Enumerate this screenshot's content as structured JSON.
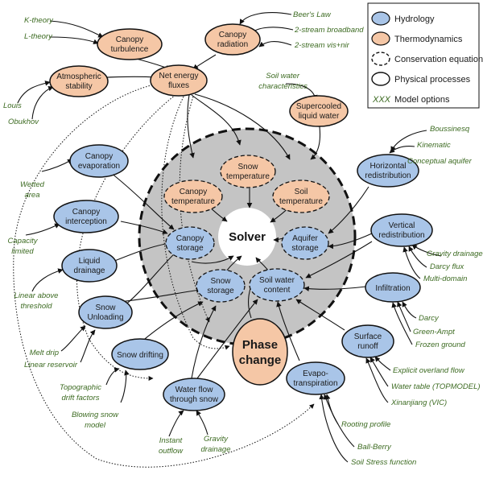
{
  "legend": {
    "hydrology": "Hydrology",
    "thermodynamics": "Thermodynamics",
    "conservation": "Conservation equations",
    "physical": "Physical processes",
    "options_marker": "XXX",
    "options": "Model options"
  },
  "colors": {
    "hydrology": "#a9c5e8",
    "thermodynamics": "#f5c7a6",
    "solver_disc": "#c4c4c4"
  },
  "solver": "Solver",
  "nodes": {
    "canopy_turbulence": [
      "Canopy",
      "turbulence"
    ],
    "canopy_radiation": [
      "Canopy",
      "radiation"
    ],
    "atmospheric_stability": [
      "Atmospheric",
      "stability"
    ],
    "net_energy_fluxes": [
      "Net energy",
      "fluxes"
    ],
    "supercooled_liquid_water": [
      "Supercooled",
      "liquid water"
    ],
    "canopy_evaporation": [
      "Canopy",
      "evaporation"
    ],
    "canopy_interception": [
      "Canopy",
      "interception"
    ],
    "liquid_drainage": [
      "Liquid",
      "drainage"
    ],
    "snow_unloading": [
      "Snow",
      "Unloading"
    ],
    "snow_drifting": [
      "Snow drifting"
    ],
    "water_flow_through_snow": [
      "Water flow",
      "through snow"
    ],
    "evapotranspiration": [
      "Evapo-",
      "transpiration"
    ],
    "surface_runoff": [
      "Surface",
      "runoff"
    ],
    "infiltration": [
      "Infiltration"
    ],
    "vertical_redistribution": [
      "Vertical",
      "redistribution"
    ],
    "horizontal_redistribution": [
      "Horizontal",
      "redistribution"
    ],
    "snow_temperature": [
      "Snow",
      "temperature"
    ],
    "canopy_temperature": [
      "Canopy",
      "temperature"
    ],
    "soil_temperature": [
      "Soil",
      "temperature"
    ],
    "canopy_storage": [
      "Canopy",
      "storage"
    ],
    "aquifer_storage": [
      "Aquifer",
      "storage"
    ],
    "snow_storage": [
      "Snow",
      "storage"
    ],
    "soil_water_content": [
      "Soil water",
      "content"
    ],
    "phase_change": [
      "Phase",
      "change"
    ]
  },
  "options": {
    "k_theory": "K-theory",
    "l_theory": "L-theory",
    "louis": "Louis",
    "obukhov": "Obukhov",
    "beers_law": "Beer's Law",
    "two_stream_broadband": "2-stream broadband",
    "two_stream_vis_nir": "2-stream vis+nir",
    "soil_water_characteristics": [
      "Soil water",
      "characteristics"
    ],
    "wetted_area": [
      "Wetted",
      "area"
    ],
    "capacity_limited": [
      "Capacity",
      "limited"
    ],
    "linear_above_threshold": [
      "Linear above",
      "threshold"
    ],
    "melt_drip": "Melt drip",
    "linear_reservoir": "Linear reservoir",
    "topographic_drift_factors": [
      "Topographic",
      "drift factors"
    ],
    "blowing_snow_model": [
      "Blowing snow",
      "model"
    ],
    "instant_outflow": [
      "Instant",
      "outflow"
    ],
    "gravity_drainage_snow": [
      "Gravity",
      "drainage"
    ],
    "rooting_profile": "Rooting profile",
    "ball_berry": "Ball-Berry",
    "soil_stress_function": "Soil Stress function",
    "explicit_overland_flow": "Explicit overland flow",
    "water_table_topmodel": "Water table (TOPMODEL)",
    "xinanjiang_vic": "Xinanjiang (VIC)",
    "darcy": "Darcy",
    "green_ampt": "Green-Ampt",
    "frozen_ground": "Frozen ground",
    "gravity_drainage": "Gravity  drainage",
    "darcy_flux": "Darcy flux",
    "multi_domain": "Multi-domain",
    "boussinesq": "Boussinesq",
    "kinematic": "Kinematic",
    "conceptual_aquifer": "Conceptual aquifer"
  }
}
